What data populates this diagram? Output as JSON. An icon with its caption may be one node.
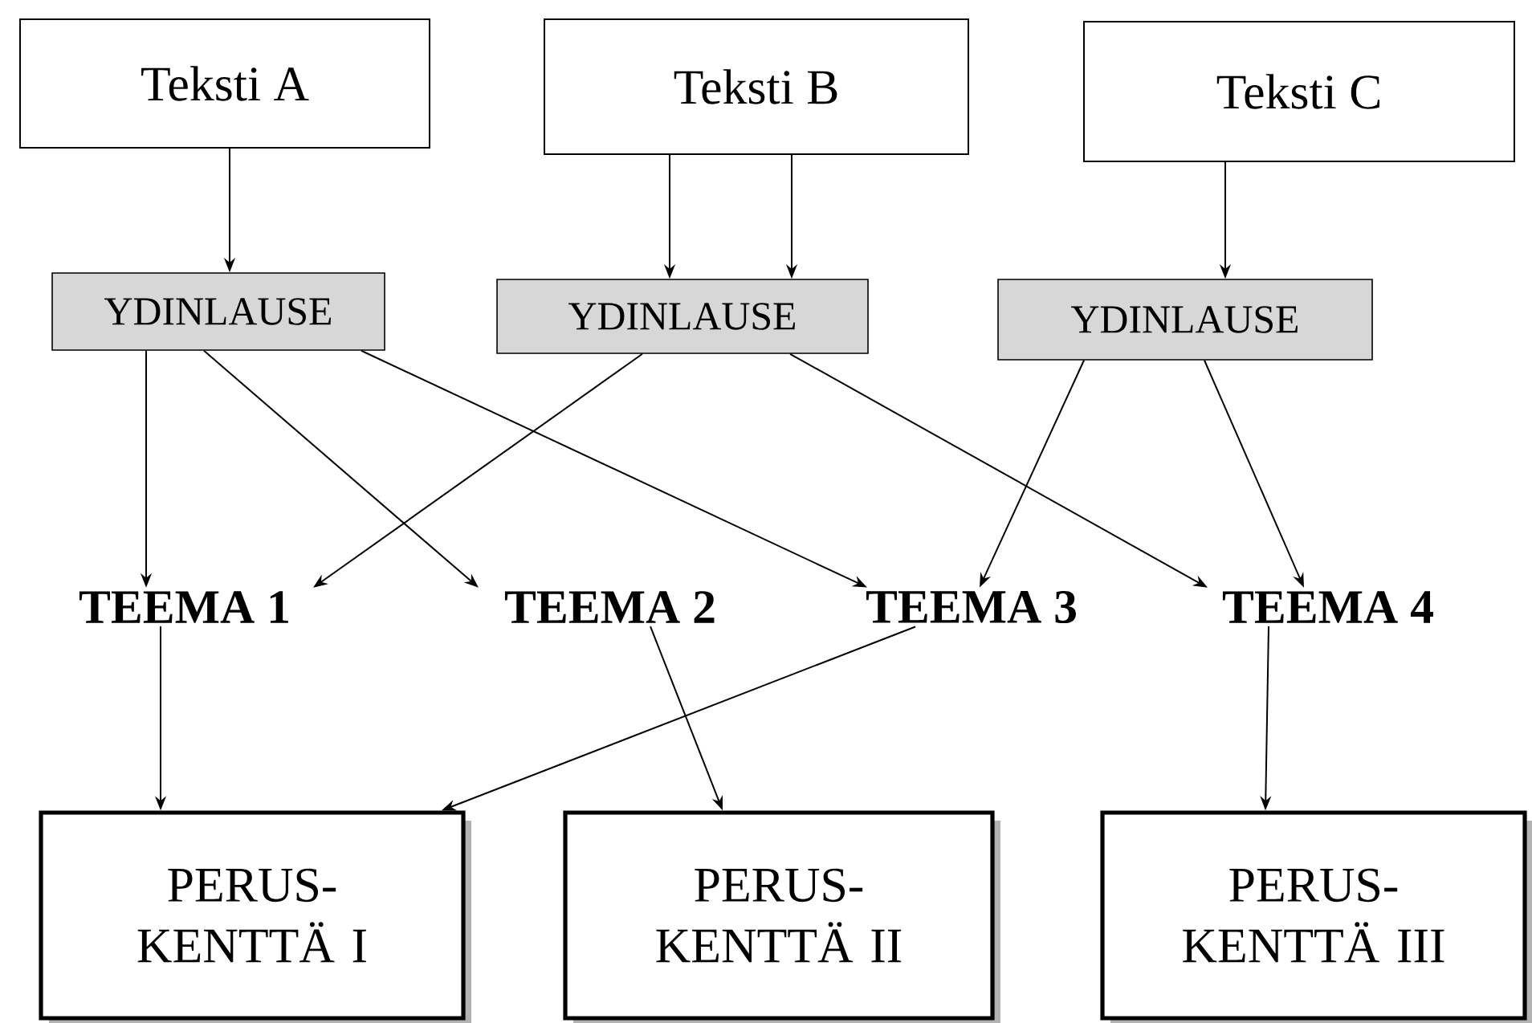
{
  "diagram": {
    "nodes": [
      {
        "text": [
          "Teksti A"
        ]
      },
      {
        "text": [
          "Teksti B"
        ]
      },
      {
        "text": [
          "Teksti C"
        ]
      },
      {
        "text": [
          "YDINLAUSE"
        ]
      },
      {
        "text": [
          "YDINLAUSE"
        ]
      },
      {
        "text": [
          "YDINLAUSE"
        ]
      },
      {
        "text": [
          "TEEMA 1"
        ]
      },
      {
        "text": [
          "TEEMA 2"
        ]
      },
      {
        "text": [
          "TEEMA 3"
        ]
      },
      {
        "text": [
          "TEEMA 4"
        ]
      },
      {
        "text": [
          "PERUS- KENTTÄ I"
        ]
      },
      {
        "text": [
          "PERUS- KENTTÄ II"
        ]
      },
      {
        "text": [
          "PERUS- KENTTÄ III"
        ]
      }
    ],
    "edges": [
      {
        "from": 0,
        "to": 3,
        "arrow": "to"
      },
      {
        "from": 1,
        "to": 4,
        "arrow": "to"
      },
      {
        "from": 1,
        "to": 4,
        "arrow": "to"
      },
      {
        "from": 2,
        "to": 5,
        "arrow": "to"
      },
      {
        "from": 3,
        "to": 6,
        "arrow": "to"
      },
      {
        "from": 3,
        "to": 7,
        "arrow": "to"
      },
      {
        "from": 3,
        "to": 8,
        "arrow": "to"
      },
      {
        "from": 4,
        "to": 6,
        "arrow": "to"
      },
      {
        "from": 4,
        "to": 9,
        "arrow": "to"
      },
      {
        "from": 5,
        "to": 8,
        "arrow": "to"
      },
      {
        "from": 5,
        "to": 9,
        "arrow": "to"
      },
      {
        "from": 6,
        "to": 10,
        "arrow": "to"
      },
      {
        "from": 7,
        "to": 11,
        "arrow": "to"
      },
      {
        "from": 8,
        "to": 10,
        "arrow": "to"
      },
      {
        "from": 9,
        "to": 12,
        "arrow": "to"
      }
    ]
  }
}
